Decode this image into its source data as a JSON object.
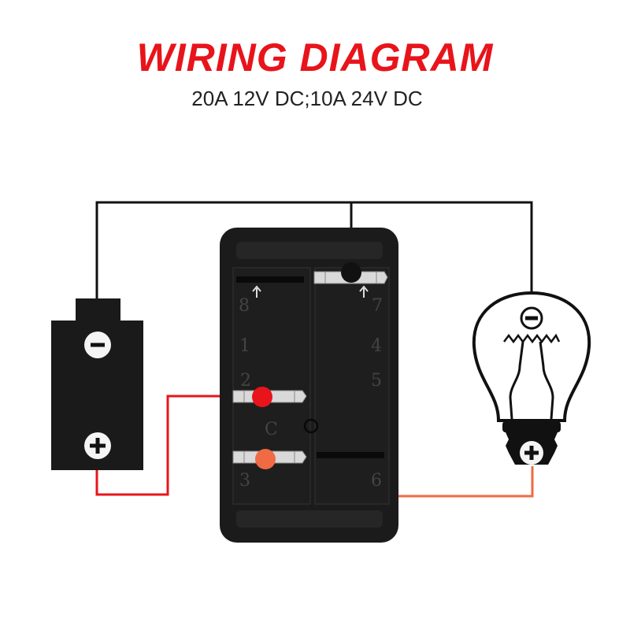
{
  "title": "WIRING DIAGRAM",
  "subtitle": "20A 12V DC;10A 24V DC",
  "colors": {
    "title": "#e8141b",
    "subtitle": "#222222",
    "wire_black": "#111111",
    "wire_red": "#e8141b",
    "wire_orange": "#f06a43",
    "switch_body": "#1b1b1b"
  },
  "battery": {
    "negative_symbol": "−",
    "positive_symbol": "+"
  },
  "switch": {
    "pins": {
      "p8": "8",
      "p7": "7",
      "p1": "1",
      "p4": "4",
      "p2": "2",
      "p5": "5",
      "p3": "3",
      "p6": "6",
      "c": "C"
    }
  },
  "bulb": {
    "negative_symbol": "−",
    "positive_symbol": "+"
  }
}
